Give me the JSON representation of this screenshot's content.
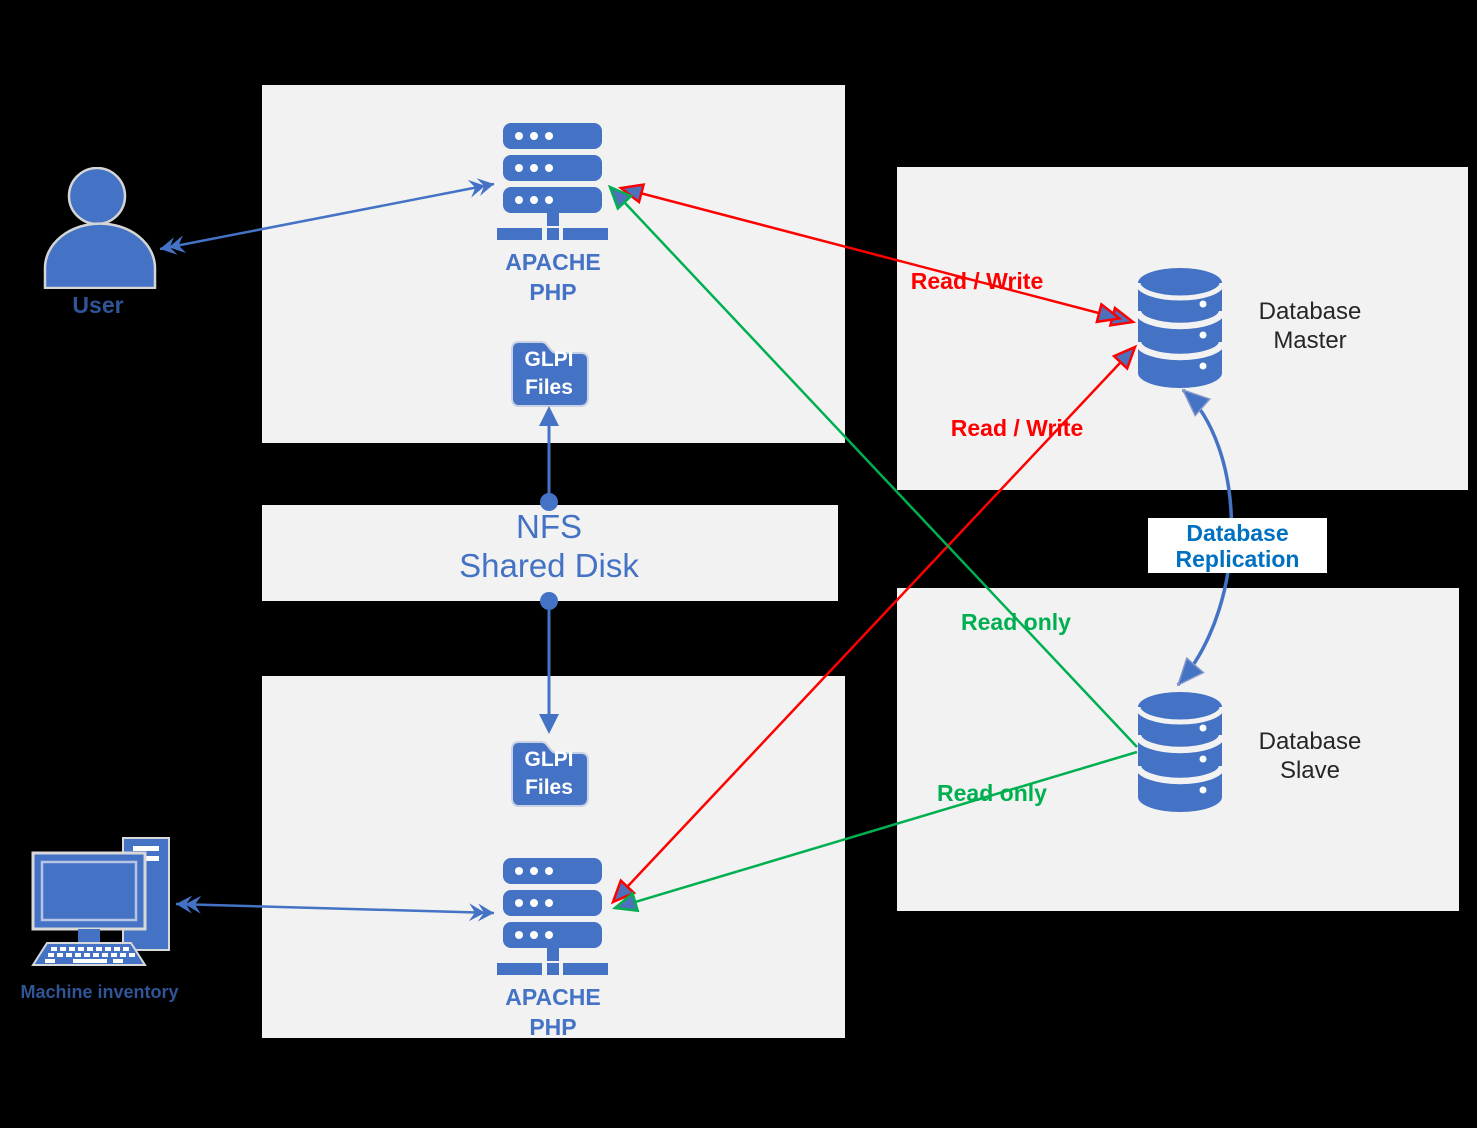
{
  "diagram": {
    "background_color": "#000000",
    "panel_color": "#F2F2F2"
  },
  "colors": {
    "primary_blue": "#4472C4",
    "dark_label_blue": "#2F5597",
    "replication_label_blue": "#0070C0",
    "read_write_red": "#FF0000",
    "read_only_green": "#00B050",
    "db_label_black": "#262626",
    "arrowhead_fill_blue": "#4F70BB"
  },
  "nodes": {
    "user": {
      "label": "User"
    },
    "apache_top": {
      "line1": "APACHE",
      "line2": "PHP"
    },
    "glpi_files_top": {
      "line1": "GLPI",
      "line2": "Files"
    },
    "nfs": {
      "line1": "NFS",
      "line2": "Shared Disk"
    },
    "glpi_files_bottom": {
      "line1": "GLPI",
      "line2": "Files"
    },
    "apache_bottom": {
      "line1": "APACHE",
      "line2": "PHP"
    },
    "machine_inventory": {
      "label": "Machine inventory"
    },
    "database_master": {
      "line1": "Database",
      "line2": "Master"
    },
    "database_slave": {
      "line1": "Database",
      "line2": "Slave"
    }
  },
  "edges": {
    "read_write_top": {
      "label": "Read / Write"
    },
    "read_write_bottom": {
      "label": "Read / Write"
    },
    "read_only_top": {
      "label": "Read only"
    },
    "read_only_bottom": {
      "label": "Read only"
    },
    "replication": {
      "line1": "Database",
      "line2": "Replication"
    }
  }
}
